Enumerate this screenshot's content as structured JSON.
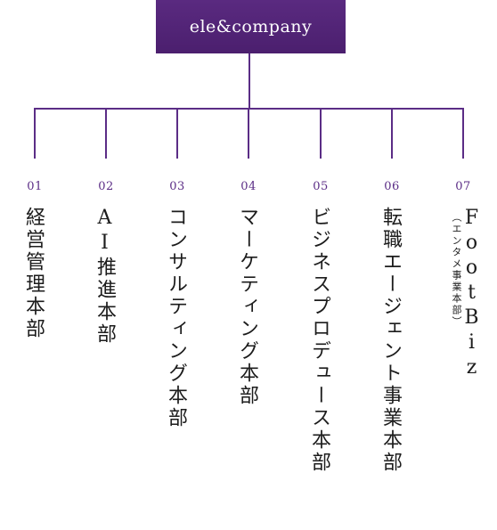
{
  "root": {
    "label": "ele&company"
  },
  "departments": [
    {
      "number": "01",
      "name": "経営管理本部"
    },
    {
      "number": "02",
      "name": "AI推進本部"
    },
    {
      "number": "03",
      "name": "コンサルティング本部"
    },
    {
      "number": "04",
      "name": "マーケティング本部"
    },
    {
      "number": "05",
      "name": "ビジネスプロデュース本部"
    },
    {
      "number": "06",
      "name": "転職エージェント事業本部"
    },
    {
      "number": "07",
      "name": "FootBiz",
      "sub": "（エンタメ事業本部）"
    }
  ],
  "colors": {
    "accent": "#5b2d86",
    "root_bg": "#4b1f6e",
    "text": "#1c1c1c"
  }
}
